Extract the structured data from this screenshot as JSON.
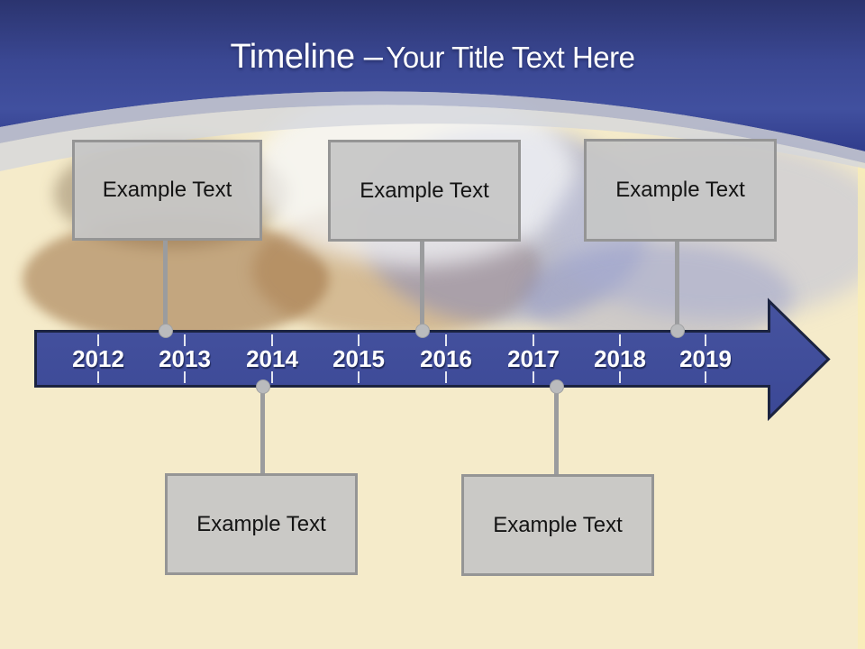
{
  "title": {
    "main": "Timeline –",
    "sub": "Your Title Text Here"
  },
  "timeline": {
    "years": [
      "2012",
      "2013",
      "2014",
      "2015",
      "2016",
      "2017",
      "2018",
      "2019"
    ],
    "boxes": [
      {
        "label": "Example Text",
        "position": "top",
        "year": "2013"
      },
      {
        "label": "Example Text",
        "position": "top",
        "year": "2016"
      },
      {
        "label": "Example Text",
        "position": "top",
        "year": "2019"
      },
      {
        "label": "Example Text",
        "position": "bottom",
        "year": "2014"
      },
      {
        "label": "Example Text",
        "position": "bottom",
        "year": "2017"
      }
    ]
  },
  "colors": {
    "header_blue_top": "#2B346F",
    "header_blue_mid": "#41509F",
    "arrow_fill": "#414E9C",
    "arrow_border": "#1B2340",
    "background_cream": "#F5EBCA",
    "box_fill": "#C6C6C6",
    "box_border": "#959595",
    "connector_gray": "#9B9C9E",
    "dot_gray": "#BABBBD",
    "title_color": "#FFFFFF",
    "year_text_color": "#FFFFFF"
  }
}
